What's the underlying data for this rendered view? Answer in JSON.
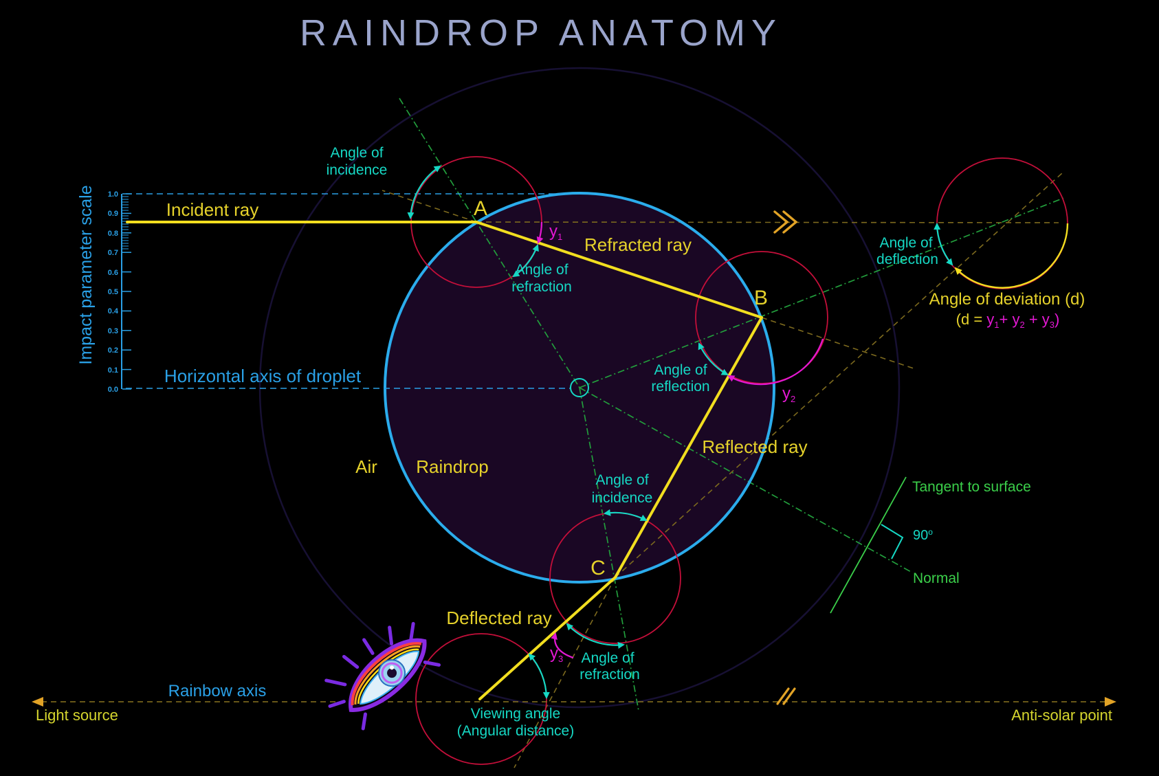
{
  "title": "RAINDROP ANATOMY",
  "scale": {
    "label": "Impact parameter scale",
    "ticks": [
      "1.0",
      "0.9",
      "0.8",
      "0.7",
      "0.6",
      "0.5",
      "0.4",
      "0.3",
      "0.2",
      "0.1",
      "0.0"
    ]
  },
  "axis": {
    "horizontal_axis": "Horizontal axis of droplet",
    "rainbow_axis": "Rainbow axis",
    "light_source": "Light source",
    "anti_solar_point": "Anti-solar point"
  },
  "rays": {
    "incident": "Incident ray",
    "refracted": "Refracted ray",
    "reflected": "Reflected ray",
    "deflected": "Deflected ray"
  },
  "points": {
    "a": "A",
    "b": "B",
    "c": "C"
  },
  "media": {
    "air": "Air",
    "raindrop": "Raindrop"
  },
  "angles": {
    "incidence_a": {
      "l1": "Angle of",
      "l2": "incidence"
    },
    "refraction_a": {
      "l1": "Angle of",
      "l2": "refraction"
    },
    "reflection_b": {
      "l1": "Angle of",
      "l2": "reflection"
    },
    "incidence_c": {
      "l1": "Angle of",
      "l2": "incidence"
    },
    "refraction_c": {
      "l1": "Angle of",
      "l2": "refraction"
    },
    "deflection": {
      "l1": "Angle of",
      "l2": "deflection"
    },
    "viewing": {
      "l1": "Viewing angle",
      "l2": "(Angular distance)"
    },
    "deviation": "Angle of deviation (d)",
    "formula": {
      "open": "(d = ",
      "y": "y",
      "s1": "1",
      "plus1": "+ ",
      "s2": "2",
      "plus2": " + ",
      "s3": "3",
      "close": ")"
    }
  },
  "gammas": {
    "y1": {
      "base": "y",
      "sub": "1"
    },
    "y2": {
      "base": "y",
      "sub": "2"
    },
    "y3": {
      "base": "y",
      "sub": "3"
    }
  },
  "legend": {
    "tangent": "Tangent to surface",
    "ninety": {
      "num": "90",
      "sup": "o"
    },
    "normal": "Normal"
  },
  "colors": {
    "background": "#000000",
    "title": "#9aa4cb",
    "ray_yellow": "#f2de1f",
    "label_yellow": "#e6d22b",
    "cyan": "#16d8c4",
    "magenta": "#e318d3",
    "red_circle": "#c40f3a",
    "green": "#3bcf4a",
    "green_dash": "#229e3c",
    "blue": "#2aa0e6",
    "brown_dash": "#7d6a1e",
    "gold": "#e2a326",
    "drop_fill": "#1a0724",
    "drop_stroke": "#2bacec",
    "faint_circle": "#171033"
  }
}
